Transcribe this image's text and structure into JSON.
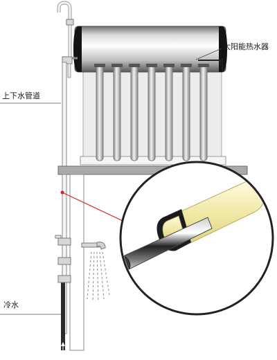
{
  "labels": {
    "solar_heater": "太阳能热水器",
    "water_pipe": "上下水管道",
    "cold_water": "冷水"
  },
  "colors": {
    "outline": "#8a8a8a",
    "deck": "#a9a9a9",
    "panel_fill": "#ececec",
    "tank_dark": "#1c1c1c",
    "insulation": "#efe9a6",
    "pointer_line": "#d22020",
    "water_drop": "#5aa0d8"
  }
}
